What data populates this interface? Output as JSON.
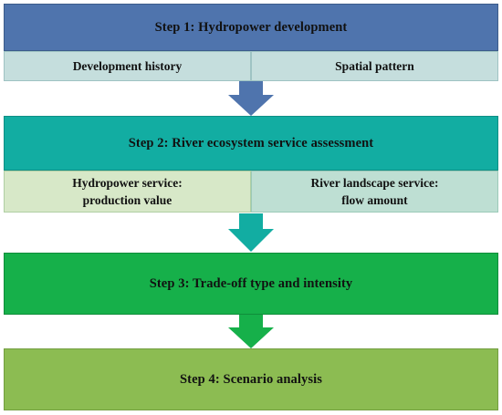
{
  "step1": {
    "title": "Step 1: Hydropower development",
    "left": "Development history",
    "right": "Spatial pattern",
    "color": "#4f74ad"
  },
  "step2": {
    "title": "Step 2: River ecosystem service assessment",
    "left_line1": "Hydropower service:",
    "left_line2": "production value",
    "right_line1": "River landscape service:",
    "right_line2": "flow amount",
    "color": "#12ada2"
  },
  "step3": {
    "title": "Step 3: Trade-off type and intensity",
    "color": "#16b04a"
  },
  "step4": {
    "title": "Step 4: Scenario analysis",
    "color": "#8cbc52"
  },
  "arrows": [
    {
      "from": "step1",
      "to": "step2",
      "color": "#4f74ad"
    },
    {
      "from": "step2",
      "to": "step3",
      "color": "#12ada2"
    },
    {
      "from": "step3",
      "to": "step4",
      "color": "#16b04a"
    }
  ]
}
